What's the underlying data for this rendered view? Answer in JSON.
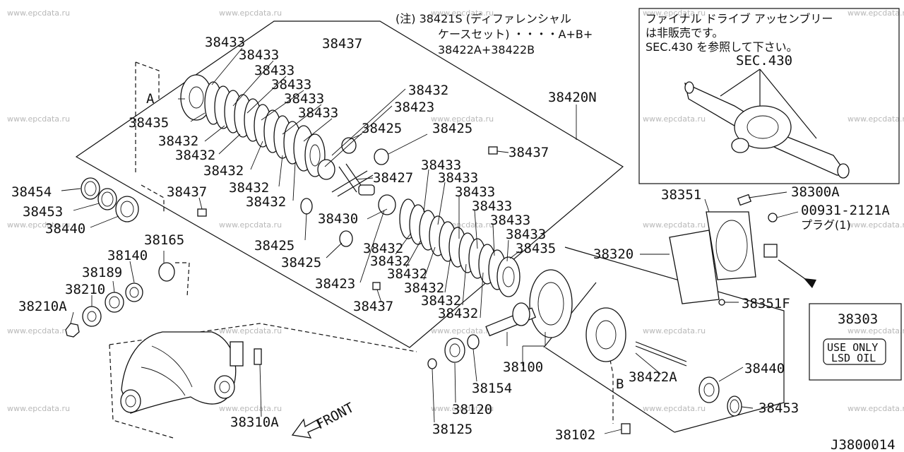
{
  "watermark": "www.epcdata.ru",
  "note_top": {
    "line1": "(注) 38421S (ディファレンシャル",
    "line2": "ケースセット) ・・・・A+B+",
    "line3": "38422A+38422B"
  },
  "inset": {
    "line1": "ファイナル ドライブ アッセンブリー",
    "line2": "は非販売です。",
    "line3": "SEC.430 を参照して下さい。",
    "sec_label": "SEC.430"
  },
  "lsd_box": {
    "part": "38303",
    "line1": "USE ONLY",
    "line2": "LSD OIL"
  },
  "plug_label": "プラグ(1)",
  "front_label": "FRONT",
  "letters": {
    "a": "A",
    "b": "B"
  },
  "diagram_code": "J3800014",
  "parts": {
    "p38433_1": "38433",
    "p38433_2": "38433",
    "p38433_3": "38433",
    "p38433_4": "38433",
    "p38433_5": "38433",
    "p38433_6": "38433",
    "p38437_top": "38437",
    "p38435_l": "38435",
    "p38432_1": "38432",
    "p38432_2": "38432",
    "p38432_3": "38432",
    "p38432_4": "38432",
    "p38432_5": "38432",
    "p38432_top": "38432",
    "p38423_top": "38423",
    "p38420N": "38420N",
    "p38425_a": "38425",
    "p38425_b": "38425",
    "p38437_r": "38437",
    "p38427": "38427",
    "p38433_r1": "38433",
    "p38433_r2": "38433",
    "p38433_r3": "38433",
    "p38433_r4": "38433",
    "p38433_r5": "38433",
    "p38433_r6": "38433",
    "p38435_r": "38435",
    "p38454": "38454",
    "p38453_l": "38453",
    "p38440_l": "38440",
    "p38437_l": "38437",
    "p38430": "38430",
    "p38425_c": "38425",
    "p38425_d": "38425",
    "p38432_r1": "38432",
    "p38432_r2": "38432",
    "p38432_r3": "38432",
    "p38432_r4": "38432",
    "p38432_r5": "38432",
    "p38432_r6": "38432",
    "p38423_b": "38423",
    "p38437_b": "38437",
    "p38165": "38165",
    "p38140": "38140",
    "p38189": "38189",
    "p38210": "38210",
    "p38210A": "38210A",
    "p38351": "38351",
    "p38300A": "38300A",
    "p00931": "00931-2121A",
    "p38320": "38320",
    "p38351F": "38351F",
    "p38100": "38100",
    "p38154": "38154",
    "p38120": "38120",
    "p38125": "38125",
    "p38102": "38102",
    "p38422A": "38422A",
    "p38440_r": "38440",
    "p38453_r": "38453",
    "p38310A": "38310A"
  }
}
